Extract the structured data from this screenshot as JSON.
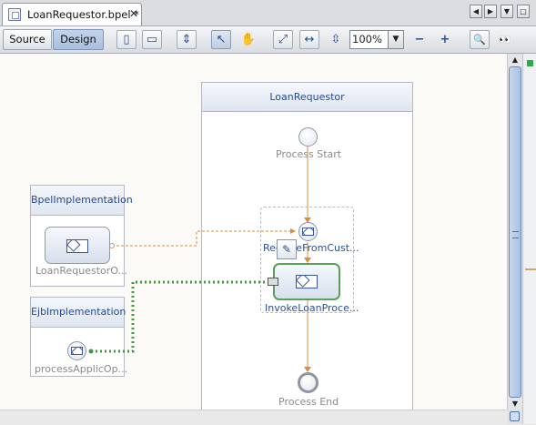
{
  "editor": {
    "tab_title": "LoanRequestor.bpel *",
    "close_glyph": "✕",
    "nav_left": "◀",
    "nav_right": "▶",
    "nav_dropdown": "▼",
    "nav_restore": "□"
  },
  "toolbar": {
    "source_label": "Source",
    "design_label": "Design",
    "zoom_value": "100%",
    "zoom_dropdown": "▼",
    "icons": {
      "page": "▯",
      "marquee": "▭",
      "expand": "⇕",
      "select": "↖",
      "hand": "✋",
      "fit": "⤢",
      "fit_width": "↔",
      "fit_height": "⇳",
      "zoom_out": "−",
      "zoom_in": "+",
      "search": "🔍",
      "binoculars": "👀"
    }
  },
  "diagram": {
    "process": {
      "title": "LoanRequestor",
      "start_label": "Process Start",
      "receive_label": "ReceiveFromCust...",
      "invoke_label": "InvokeLoanProce...",
      "end_label": "Process End"
    },
    "partner_left_top": {
      "title": "BpelImplementation",
      "node_label": "LoanRequestorO..."
    },
    "partner_left_bottom": {
      "title": "EjbImplementation",
      "node_label": "processApplicOp..."
    },
    "edit_glyph": "✎"
  },
  "scroll": {
    "up": "▲",
    "down": "▼"
  },
  "colors": {
    "flow_orange": "#d78e3d",
    "dotted_green": "#3f9a3f",
    "active_node_border": "#5aa05a",
    "container_title": "#27479a"
  }
}
